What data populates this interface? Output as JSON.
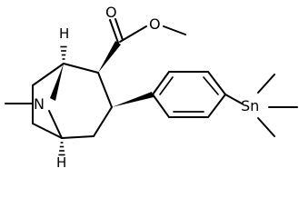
{
  "atoms": {
    "o_carbonyl": "O",
    "o_ester": "O",
    "n_bridge": "N",
    "h_top": "H",
    "h_bottom": "H",
    "sn": "Sn"
  },
  "colors": {
    "ink": "#000000",
    "background": "#ffffff"
  }
}
